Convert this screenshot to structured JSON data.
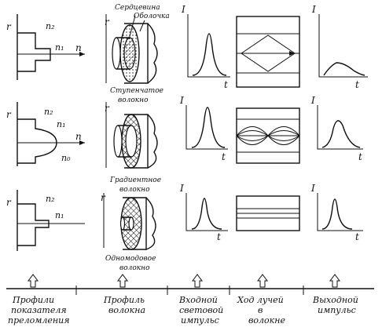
{
  "symbols": {
    "r": "r",
    "n": "n",
    "n1": "n₁",
    "n2": "n₂",
    "n0": "n₀",
    "I": "I",
    "t": "t"
  },
  "fiber_labels": {
    "step_line1": "Ступенчатое",
    "step_line2": "волокно",
    "grad_line1": "Градиентное",
    "grad_line2": "волокно",
    "single_line1": "Одномодовое",
    "single_line2": "волокно",
    "core": "Сердцевина",
    "cladding": "Оболочка"
  },
  "columns": [
    {
      "line1": "Профили",
      "line2": "показателя",
      "line3": "преломления"
    },
    {
      "line1": "Профиль",
      "line2": "волокна",
      "line3": ""
    },
    {
      "line1": "Входной",
      "line2": "световой",
      "line3": "импульс"
    },
    {
      "line1": "Ход лучей",
      "line2": "в",
      "line3": "волокне"
    },
    {
      "line1": "Выходной",
      "line2": "импульс",
      "line3": ""
    }
  ]
}
